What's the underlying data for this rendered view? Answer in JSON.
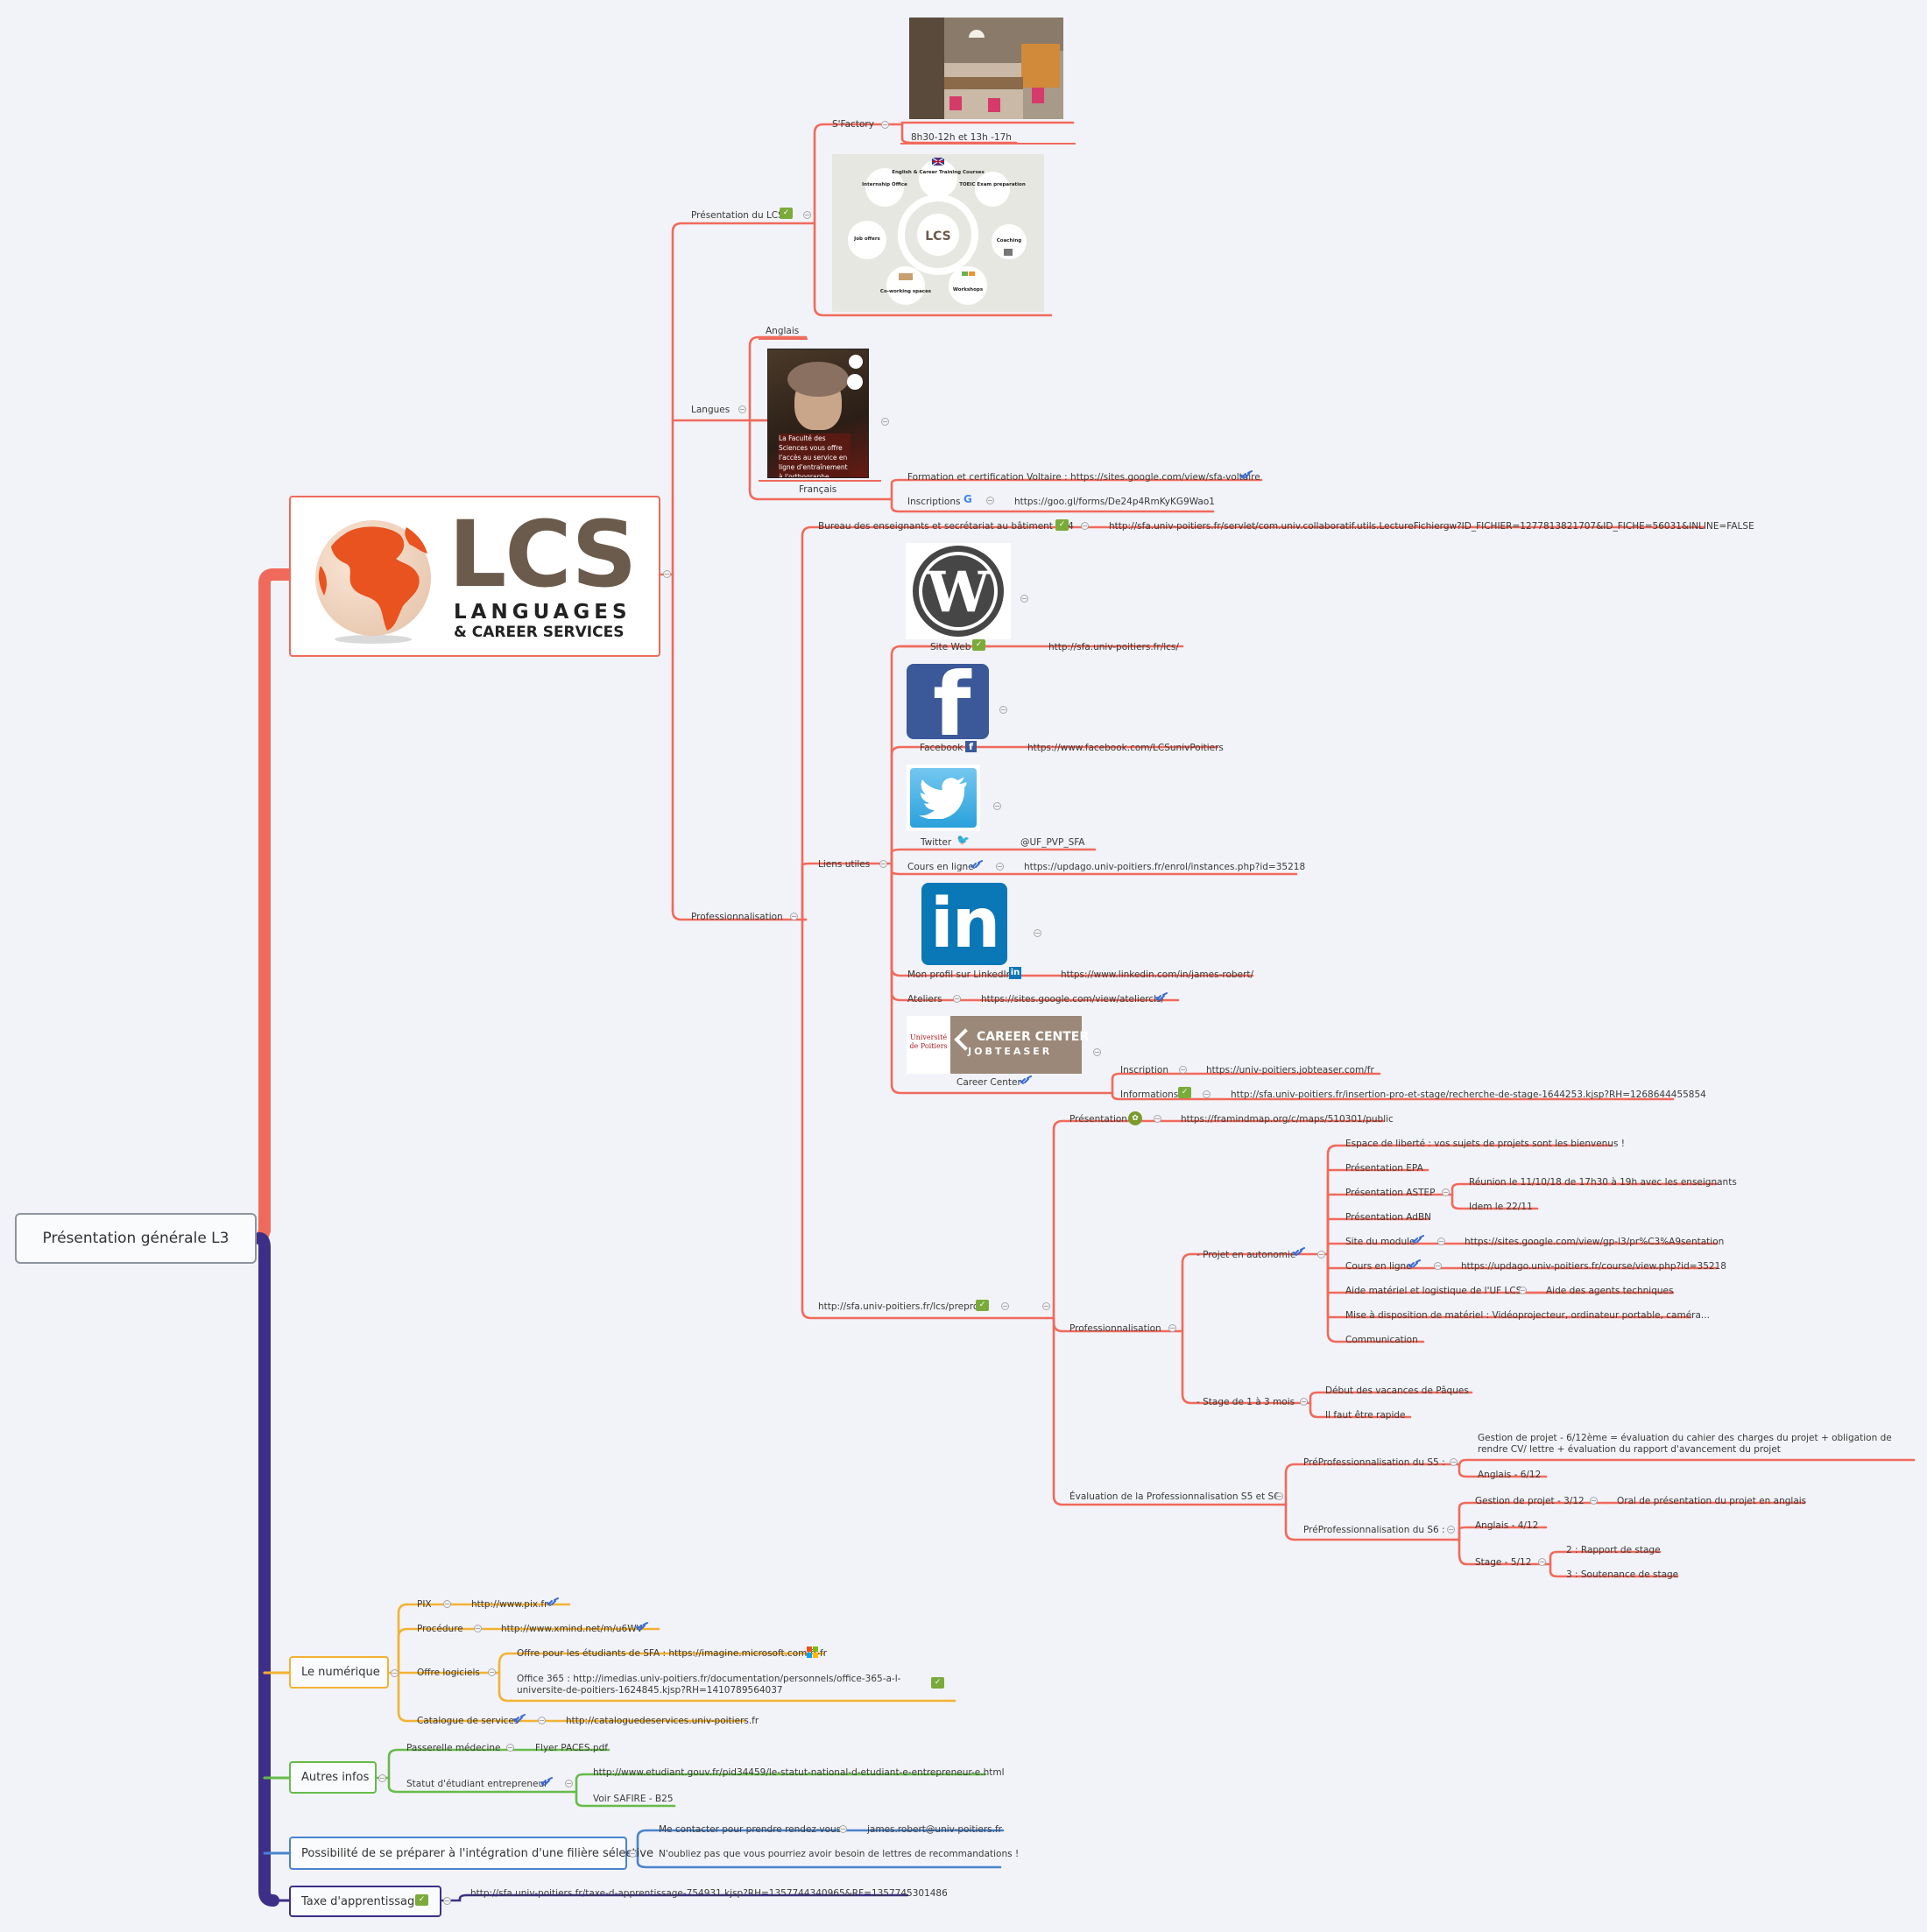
{
  "root": "Présentation générale L3",
  "colors": {
    "red": "#f06a5c",
    "yellow": "#f2b233",
    "green": "#67bb4b",
    "blue": "#4a84cc",
    "purple": "#3d2f88",
    "background": "#f2f3f8"
  },
  "lcs_logo": {
    "big": "LCS",
    "line1": "LANGUAGES",
    "line2": "& CAREER SERVICES"
  },
  "presentation": {
    "label": "Présentation du LCS",
    "sfactory": "S'Factory",
    "hours": "8h30-12h et 13h -17h",
    "circle_center": "LCS",
    "circle_items": [
      "English & Career Training Courses",
      "TOEIC Exam preparation",
      "Coaching",
      "Workshops",
      "Co-working spaces",
      "Job offers",
      "Internship Office"
    ]
  },
  "langues": {
    "label": "Langues",
    "anglais": "Anglais",
    "francais": "Français",
    "poster_text": "La Faculté des Sciences vous offre l'accès au service en ligne d'entraînement à l'orthographe",
    "voltaire": "Formation et certification Voltaire : https://sites.google.com/view/sfa-voltaire",
    "inscriptions": "Inscriptions",
    "inscriptions_url": "https://goo.gl/forms/De24p4RmKyKG9Wao1"
  },
  "pro": {
    "label": "Professionnalisation",
    "bureau": "Bureau des enseignants et secrétariat au bâtiment B24",
    "bureau_url": "http://sfa.univ-poitiers.fr/servlet/com.univ.collaboratif.utils.LectureFichiergw?ID_FICHIER=1277813821707&ID_FICHE=56031&INLINE=FALSE",
    "liens": "Liens utiles",
    "site_web": "Site Web",
    "site_web_url": "http://sfa.univ-poitiers.fr/lcs/",
    "facebook": "Facebook",
    "facebook_url": "https://www.facebook.com/LCSunivPoitiers",
    "twitter": "Twitter",
    "twitter_handle": "@UF_PVP_SFA",
    "cours": "Cours en ligne",
    "cours_url": "https://updago.univ-poitiers.fr/enrol/instances.php?id=35218",
    "linkedin": "Mon profil sur LinkedIn",
    "linkedin_url": "https://www.linkedin.com/in/james-robert/",
    "ateliers": "Ateliers",
    "ateliers_url": "https://sites.google.com/view/ateliercls/",
    "career_logo1": "CAREER CENTER",
    "career_logo2": "JOBTEASER",
    "univ_logo": "Université de Poitiers",
    "career": "Career Center",
    "inscription": "Inscription",
    "inscription_url": "https://univ-poitiers.jobteaser.com/fr",
    "informations": "Informations",
    "informations_url": "http://sfa.univ-poitiers.fr/insertion-pro-et-stage/recherche-de-stage-1644253.kjsp?RH=1268644455854",
    "prepro_url": "http://sfa.univ-poitiers.fr/lcs/prepro/",
    "presentation2": "Présentation",
    "presentation2_url": "https://framindmap.org/c/maps/510301/public",
    "pro2": "Professionnalisation",
    "projet": "- Projet en autonomie",
    "espace": "Espace de liberté : vos sujets de projets sont les bienvenus !",
    "epa": "Présentation EPA",
    "astep": "Présentation ASTEP",
    "reunion": "Réunion le 11/10/18 de 17h30 à 19h avec les enseignants",
    "idem": "Idem le 22/11",
    "adbn": "Présentation AdBN",
    "site_module": "Site du module",
    "site_module_url": "https://sites.google.com/view/gp-l3/pr%C3%A9sentation",
    "cours2": "Cours en ligne",
    "cours2_url": "https://updago.univ-poitiers.fr/course/view.php?id=35218",
    "aide": "Aide matériel et logistique de l'UF LCS",
    "aide_agents": "Aide des agents techniques",
    "mise": "Mise à disposition de matériel : Vidéoprojecteur, ordinateur portable, caméra...",
    "communication": "Communication",
    "stage": "- Stage de 1 à 3 mois",
    "debut": "Début des vacances de Pâques",
    "rapide": "Il faut être rapide",
    "evaluation": "Évaluation de la Professionnalisation S5 et S6",
    "s5": "PréProfessionnalisation du S5 :",
    "s5_gestion": "Gestion de projet - 6/12ème = évaluation du cahier des charges du projet + obligation de rendre CV/ lettre + évaluation du rapport d'avancement du projet",
    "s5_anglais": "Anglais - 6/12",
    "s6": "PréProfessionnalisation du S6 :",
    "s6_gestion": "Gestion de projet - 3/12",
    "s6_oral": "Oral de présentation du projet en anglais",
    "s6_anglais": "Anglais - 4/12",
    "s6_stage": "Stage - 5/12",
    "rapport": "2 : Rapport de stage",
    "soutenance": "3 : Soutenance de stage"
  },
  "numerique": {
    "label": "Le numérique",
    "pix": "PIX",
    "pix_url": "http://www.pix.fr",
    "procedure": "Procédure",
    "procedure_url": "http://www.xmind.net/m/u6WV",
    "offre": "Offre logiciels",
    "offre1": "Offre pour les étudiants de SFA : https://imagine.microsoft.com/fr-fr",
    "offre2": "Office 365 : http://imedias.univ-poitiers.fr/documentation/personnels/office-365-a-l-universite-de-poitiers-1624845.kjsp?RH=1410789564037",
    "catalogue": "Catalogue de services",
    "catalogue_url": "http://cataloguedeservices.univ-poitiers.fr"
  },
  "autres": {
    "label": "Autres infos",
    "passerelle": "Passerelle médecine",
    "flyer": "Flyer PACES.pdf",
    "statut": "Statut d'étudiant entrepreneur",
    "statut_url": "http://www.etudiant.gouv.fr/pid34459/le-statut-national-d-etudiant-e-entrepreneur-e.html",
    "safire": "Voir SAFIRE - B25"
  },
  "filiere": {
    "label": "Possibilité de se préparer à l'intégration d'une filière sélective",
    "contact": "Me contacter pour prendre rendez-vous",
    "email": "james.robert@univ-poitiers.fr",
    "lettres": "N'oubliez pas que vous pourriez avoir besoin de lettres de recommandations !"
  },
  "taxe": {
    "label": "Taxe d'apprentissage",
    "url": "http://sfa.univ-poitiers.fr/taxe-d-apprentissage-754931.kjsp?RH=1357744340965&RF=1357745301486"
  }
}
